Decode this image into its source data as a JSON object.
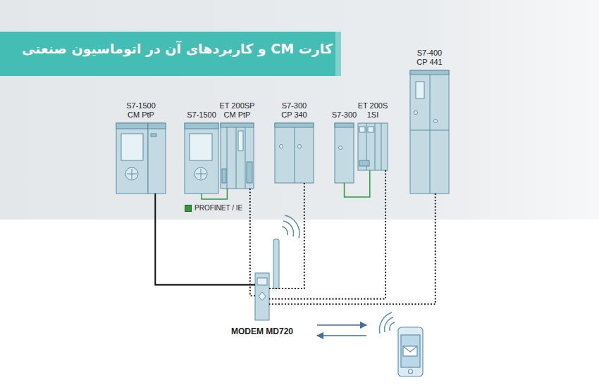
{
  "diagram": {
    "title": "کارت CM و کاربردهای آن در اتوماسیون صنعتی",
    "nodes": [
      {
        "text": [
          "S7-1500 CM PtP"
        ]
      },
      {
        "text": [
          "S7-1500"
        ]
      },
      {
        "text": [
          "ET 200SP CM PtP"
        ]
      },
      {
        "text": [
          "S7-300 CP 340"
        ]
      },
      {
        "text": [
          "S7-300"
        ]
      },
      {
        "text": [
          "ET 200S 1SI"
        ]
      },
      {
        "text": [
          "S7-400 CP 441"
        ]
      },
      {
        "text": [
          "MODEM MD720"
        ]
      }
    ],
    "edges": [
      {
        "from": 0,
        "to": 7,
        "arrow": "none"
      },
      {
        "from": 2,
        "to": 7,
        "arrow": "none"
      },
      {
        "from": 3,
        "to": 7,
        "arrow": "none"
      },
      {
        "from": 5,
        "to": 7,
        "arrow": "none"
      },
      {
        "from": 6,
        "to": 7,
        "arrow": "none"
      },
      {
        "from": 1,
        "to": 2,
        "arrow": "none"
      },
      {
        "from": 4,
        "to": 5,
        "arrow": "none"
      }
    ],
    "legend": [
      {
        "text": "PROFINET / IE",
        "color": "#2e9a3c"
      }
    ]
  }
}
